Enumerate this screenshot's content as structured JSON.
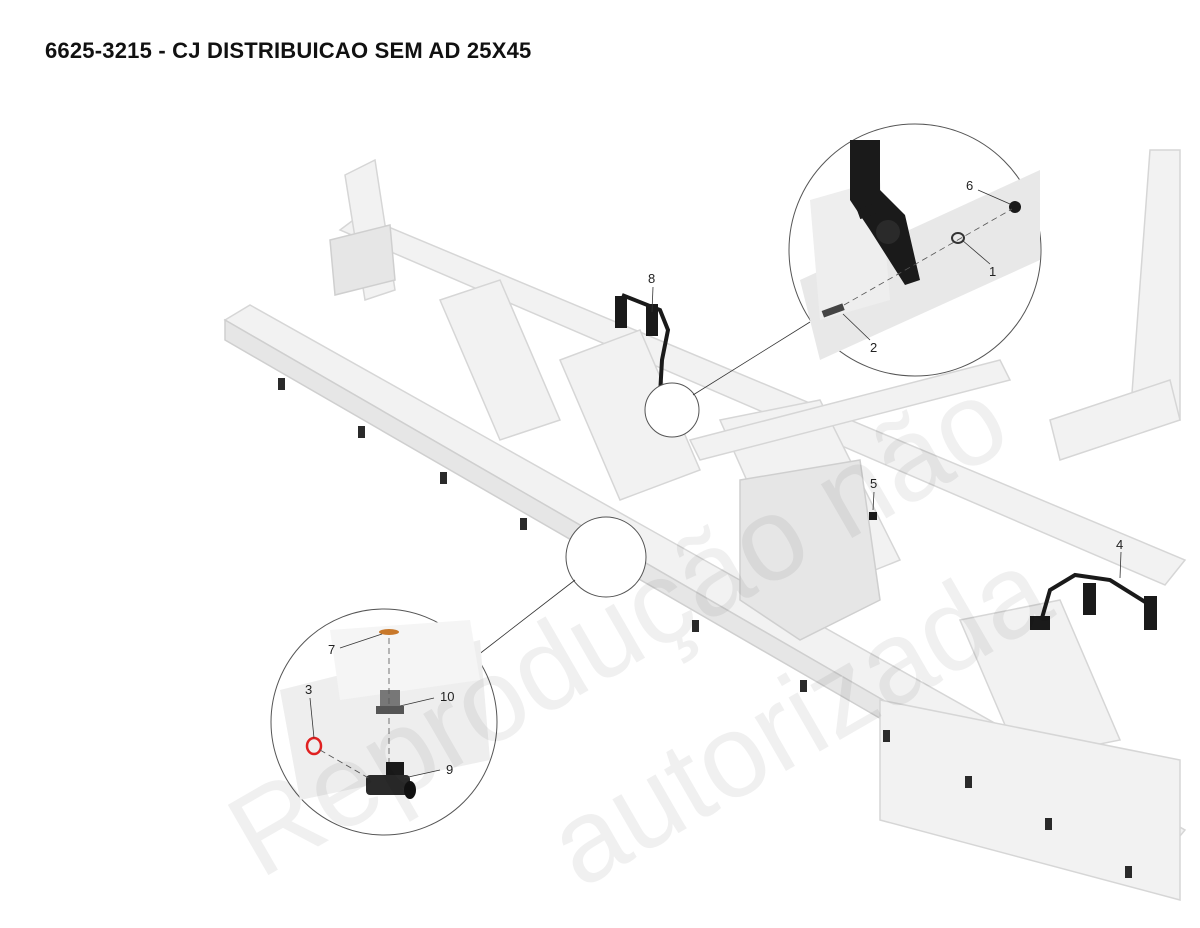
{
  "title": "6625-3215 - CJ DISTRIBUICAO SEM AD 25X45",
  "watermark": [
    "Reprodução não",
    "autorizada"
  ],
  "part_labels": [
    "1",
    "2",
    "3",
    "4",
    "5",
    "6",
    "7",
    "8",
    "9",
    "10"
  ],
  "colors": {
    "frame": "#f2f2f2",
    "part": "#1a1a1a",
    "oring": "#e02020",
    "washer": "#c8782a",
    "leader": "#333333"
  }
}
